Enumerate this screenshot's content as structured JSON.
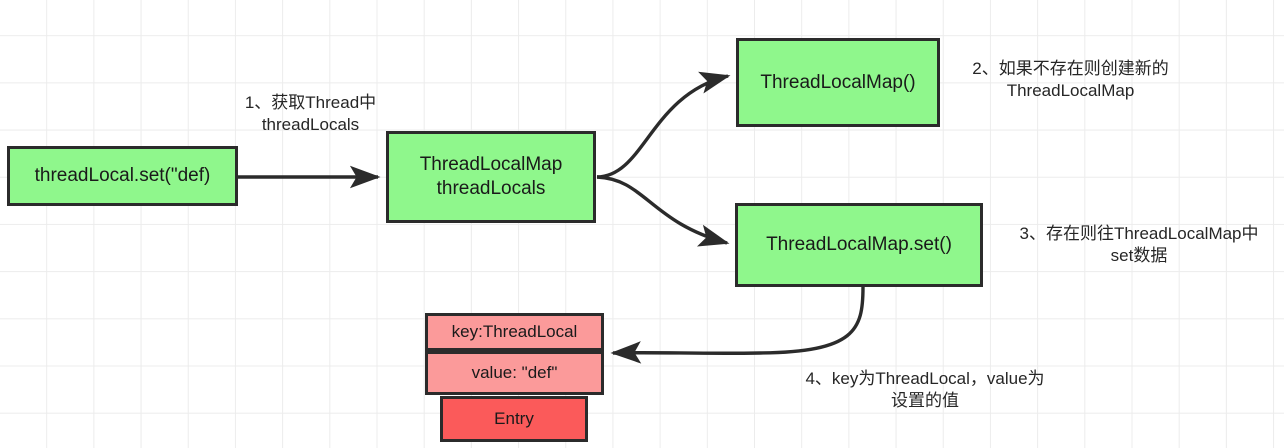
{
  "diagram": {
    "title": "ThreadLocal set flow",
    "colors": {
      "node_green": "#8ff78c",
      "entry_row_pink": "#fb9a9a",
      "entry_name_red": "#fb5a5a",
      "stroke": "#2b2b2b",
      "grid_line": "#ececec",
      "text": "#1a1a1a"
    },
    "nodes": {
      "thread_local_set": "threadLocal.set(\"def)",
      "thread_locals_field": "ThreadLocalMap\nthreadLocals",
      "thread_local_map_ctor": "ThreadLocalMap()",
      "thread_local_map_set": "ThreadLocalMap.set()"
    },
    "entry": {
      "key_row": "key:ThreadLocal",
      "value_row": "value: \"def\"",
      "name_row": "Entry"
    },
    "labels": {
      "step1": "1、获取Thread中\nthreadLocals",
      "step2": "2、如果不存在则创建新的\nThreadLocalMap",
      "step3": "3、存在则往ThreadLocalMap中\nset数据",
      "step4": "4、key为ThreadLocal，value为\n设置的值"
    }
  }
}
